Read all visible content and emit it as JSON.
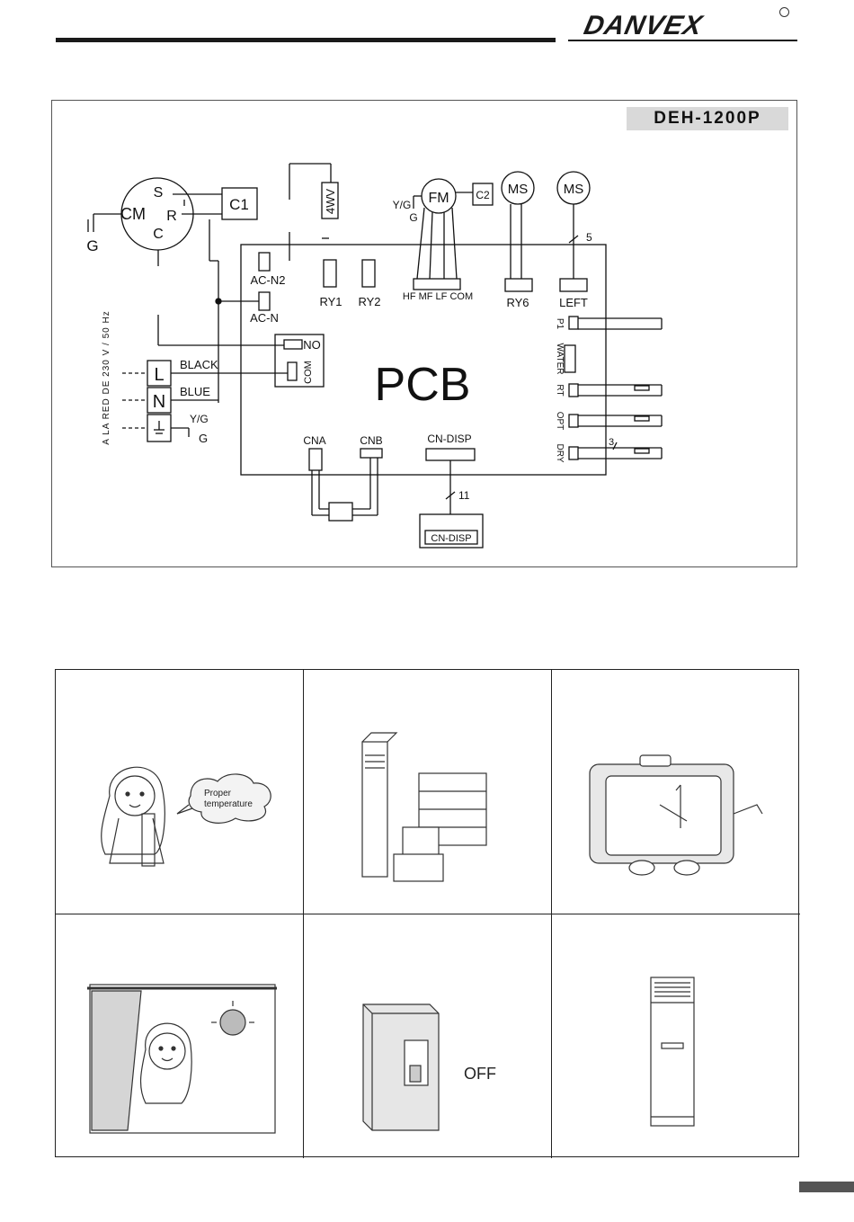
{
  "header": {
    "brand": "DANVEX"
  },
  "diagram": {
    "model": "DEH-1200P",
    "board_label": "PCB",
    "compressor": {
      "label": "CM",
      "terminals": [
        "S",
        "R",
        "C"
      ]
    },
    "capacitor_1": "C1",
    "capacitor_2": "C2",
    "valve": "4WV",
    "fan_motor": "FM",
    "swing_motors": [
      "MS",
      "MS"
    ],
    "ground_labels": {
      "g_left": "G",
      "yg_fan": "Y/G",
      "g_fan": "G",
      "yg_supply": "Y/G",
      "g_supply": "G"
    },
    "wire_counts": {
      "left": "5",
      "display": "11",
      "dry": "3"
    },
    "pcb_terminals": {
      "ac_n2": "AC-N2",
      "ac_n": "AC-N",
      "ry1": "RY1",
      "ry2": "RY2",
      "fan_pins": "HF MF LF COM",
      "ry6": "RY6",
      "left": "LEFT",
      "no": "NO",
      "com": "COM",
      "cna": "CNA",
      "cnb": "CNB",
      "cn_disp": "CN-DISP"
    },
    "side_sensors": [
      "P1",
      "WATER",
      "RT",
      "OPT",
      "DRY"
    ],
    "supply": {
      "l": "L",
      "n": "N",
      "black": "BLACK",
      "blue": "BLUE",
      "note": "A LA RED DE 230 V / 50 Hz"
    },
    "display_board": "CN-DISP"
  },
  "illustrations": [
    {
      "name": "proper-temperature",
      "caption": "Proper temperature"
    },
    {
      "name": "obstruction"
    },
    {
      "name": "unit-tilt"
    },
    {
      "name": "sunlight-window"
    },
    {
      "name": "breaker",
      "caption": "OFF"
    },
    {
      "name": "upright-unit"
    }
  ]
}
